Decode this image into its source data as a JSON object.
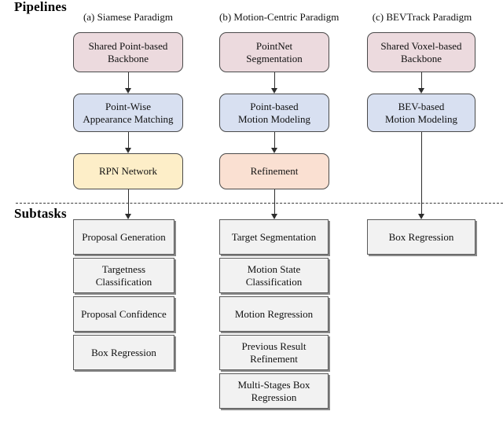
{
  "figure": {
    "sections": {
      "pipelines_title": "Pipelines",
      "subtasks_title": "Subtasks"
    },
    "colors": {
      "pink": "#ecdade",
      "blue": "#d8e0f1",
      "yellow": "#fdeec8",
      "peach": "#fae0d2",
      "subtask_fill": "#f2f2f2",
      "box_stroke": "#4a4a4a",
      "arrow": "#2e2e2e",
      "divider": "#3a3a3a"
    },
    "columns": [
      {
        "id": "a",
        "caption": "(a) Siamese Paradigm",
        "pipeline": [
          {
            "label": "Shared Point-based Backbone",
            "lines": [
              "Shared Point-based",
              "Backbone"
            ],
            "color": "pink"
          },
          {
            "label": "Point-Wise Appearance Matching",
            "lines": [
              "Point-Wise",
              "Appearance Matching"
            ],
            "color": "blue"
          },
          {
            "label": "RPN Network",
            "lines": [
              "RPN Network"
            ],
            "color": "yellow"
          }
        ],
        "subtasks": [
          {
            "label": "Proposal Generation",
            "lines": [
              "Proposal Generation"
            ]
          },
          {
            "label": "Targetness Classification",
            "lines": [
              "Targetness",
              "Classification"
            ]
          },
          {
            "label": "Proposal Confidence",
            "lines": [
              "Proposal Confidence"
            ]
          },
          {
            "label": "Box Regression",
            "lines": [
              "Box Regression"
            ]
          }
        ]
      },
      {
        "id": "b",
        "caption": "(b) Motion-Centric Paradigm",
        "pipeline": [
          {
            "label": "PointNet Segmentation",
            "lines": [
              "PointNet",
              "Segmentation"
            ],
            "color": "pink"
          },
          {
            "label": "Point-based Motion Modeling",
            "lines": [
              "Point-based",
              "Motion Modeling"
            ],
            "color": "blue"
          },
          {
            "label": "Refinement",
            "lines": [
              "Refinement"
            ],
            "color": "peach"
          }
        ],
        "subtasks": [
          {
            "label": "Target Segmentation",
            "lines": [
              "Target Segmentation"
            ]
          },
          {
            "label": "Motion State Classification",
            "lines": [
              "Motion State",
              "Classification"
            ]
          },
          {
            "label": "Motion Regression",
            "lines": [
              "Motion Regression"
            ]
          },
          {
            "label": "Previous Result Refinement",
            "lines": [
              "Previous Result",
              "Refinement"
            ]
          },
          {
            "label": "Multi-Stages Box Regression",
            "lines": [
              "Multi-Stages Box",
              "Regression"
            ]
          }
        ]
      },
      {
        "id": "c",
        "caption": "(c) BEVTrack Paradigm",
        "pipeline": [
          {
            "label": "Shared Voxel-based Backbone",
            "lines": [
              "Shared Voxel-based",
              "Backbone"
            ],
            "color": "pink"
          },
          {
            "label": "BEV-based Motion Modeling",
            "lines": [
              "BEV-based",
              "Motion Modeling"
            ],
            "color": "blue"
          }
        ],
        "subtasks": [
          {
            "label": "Box Regression",
            "lines": [
              "Box Regression"
            ]
          }
        ]
      }
    ]
  }
}
